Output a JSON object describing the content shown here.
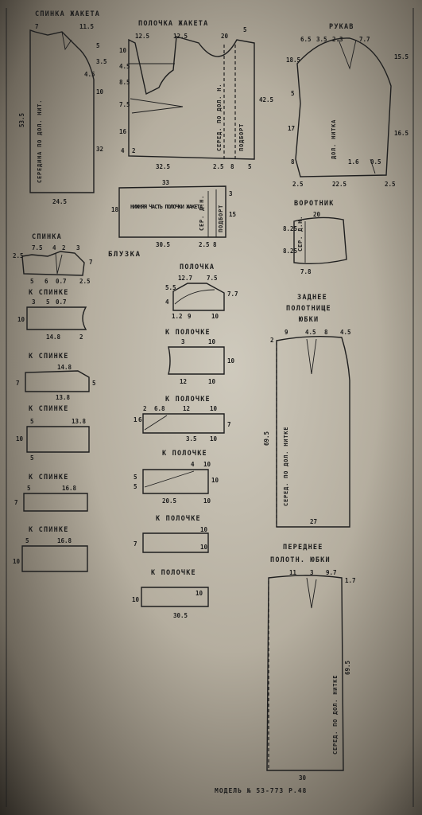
{
  "sections": {
    "jacket_back": {
      "title": "Спинка жакета",
      "center": "середина по дол. нит.",
      "dims": {
        "a": "7",
        "b": "11.5",
        "c": "5",
        "d": "3.5",
        "e": "4.5",
        "f": "53.5",
        "g": "10",
        "h": "32",
        "w": "24.5"
      }
    },
    "jacket_front": {
      "title": "Полочка жакета",
      "center": "серед. по дол. н.",
      "facing": "подборт",
      "dims": {
        "a": "12.5",
        "b": "12.5",
        "c": "20",
        "d": "5",
        "e": "10",
        "f": "4.5",
        "g": "8.5",
        "h": "7.5",
        "i": "16",
        "j": "4",
        "k": "2",
        "l": "42.5",
        "w": "32.5",
        "m": "2.5",
        "n": "8",
        "o": "5"
      }
    },
    "sleeve": {
      "title": "Рукав",
      "grain": "дол. нитка",
      "dims": {
        "a": "6.5",
        "b": "3.5",
        "c": "2.3",
        "d": "7.7",
        "e": "18.5",
        "f": "5",
        "g": "8",
        "h": "17",
        "i": "15.5",
        "j": "16.5",
        "k": "1.6",
        "l": "0.5",
        "m": "2.5",
        "n": "22.5",
        "o": "2.5"
      }
    },
    "lower_front": {
      "title": "Нижняя часть полочки жакета",
      "center": "сер. д.н.",
      "facing": "подборт",
      "dims": {
        "a": "33",
        "b": "18",
        "c": "3",
        "d": "15",
        "w": "30.5",
        "m": "2.5",
        "n": "8"
      }
    },
    "collar": {
      "title": "Воротник",
      "center": "сер. д.н.",
      "dims": {
        "a": "20",
        "b": "8.25",
        "c": "8.25",
        "d": "7.8"
      }
    },
    "blouse": {
      "title": "Блузка"
    },
    "blouse_back": {
      "title": "Спинка",
      "dims": {
        "a": "7.5",
        "b": "4",
        "c": "2",
        "d": "3",
        "e": "2.5",
        "f": "5",
        "g": "6",
        "h": "0.7",
        "i": "2.5",
        "j": "7"
      }
    },
    "back_strips": [
      {
        "title": "К спинке",
        "dims": {
          "a": "3",
          "b": "5",
          "c": "0.7",
          "d": "10",
          "e": "14.8",
          "f": "2"
        }
      },
      {
        "title": "К спинке",
        "dims": {
          "a": "14.8",
          "b": "7",
          "c": "5",
          "d": "13.8"
        }
      },
      {
        "title": "К спинке",
        "dims": {
          "a": "5",
          "b": "13.8",
          "c": "10",
          "d": "5"
        }
      },
      {
        "title": "К спинке",
        "dims": {
          "a": "5",
          "b": "16.8",
          "c": "7"
        }
      },
      {
        "title": "К спинке",
        "dims": {
          "a": "5",
          "b": "16.8",
          "c": "10"
        }
      }
    ],
    "blouse_front": {
      "title": "Полочка",
      "dims": {
        "a": "12.7",
        "b": "7.5",
        "c": "4",
        "d": "5.5",
        "e": "7.7",
        "f": "1.2",
        "g": "9",
        "h": "10"
      }
    },
    "front_strips": [
      {
        "title": "К полочке",
        "dims": {
          "a": "3",
          "b": "10",
          "c": "12",
          "d": "10",
          "e": "10"
        }
      },
      {
        "title": "К полочке",
        "dims": {
          "a": "2",
          "b": "6.8",
          "c": "12",
          "d": "10",
          "e": "1",
          "f": "6",
          "g": "3.5",
          "h": "10",
          "i": "7"
        }
      },
      {
        "title": "К полочке",
        "dims": {
          "a": "4",
          "b": "10",
          "c": "5",
          "d": "5",
          "e": "20.5",
          "f": "10",
          "g": "10"
        }
      },
      {
        "title": "К полочке",
        "dims": {
          "a": "10",
          "b": "7",
          "c": "10"
        }
      },
      {
        "title": "К полочке",
        "dims": {
          "a": "10",
          "b": "10",
          "w": "30.5"
        }
      }
    ],
    "skirt_back": {
      "title1": "Заднее",
      "title2": "полотнище",
      "title3": "юбки",
      "center": "серед. по дол. нитке",
      "dims": {
        "a": "9",
        "b": "4.5",
        "c": "8",
        "d": "4.5",
        "e": "2",
        "f": "69.5",
        "w": "27"
      }
    },
    "skirt_front": {
      "title1": "Переднее",
      "title2": "полотн. юбки",
      "center": "серед. по дол. нитке",
      "dims": {
        "a": "11",
        "b": "3",
        "c": "9.7",
        "d": "1.7",
        "e": "69.5",
        "w": "30"
      }
    },
    "footer": "Модель № 53-773 р.48"
  }
}
